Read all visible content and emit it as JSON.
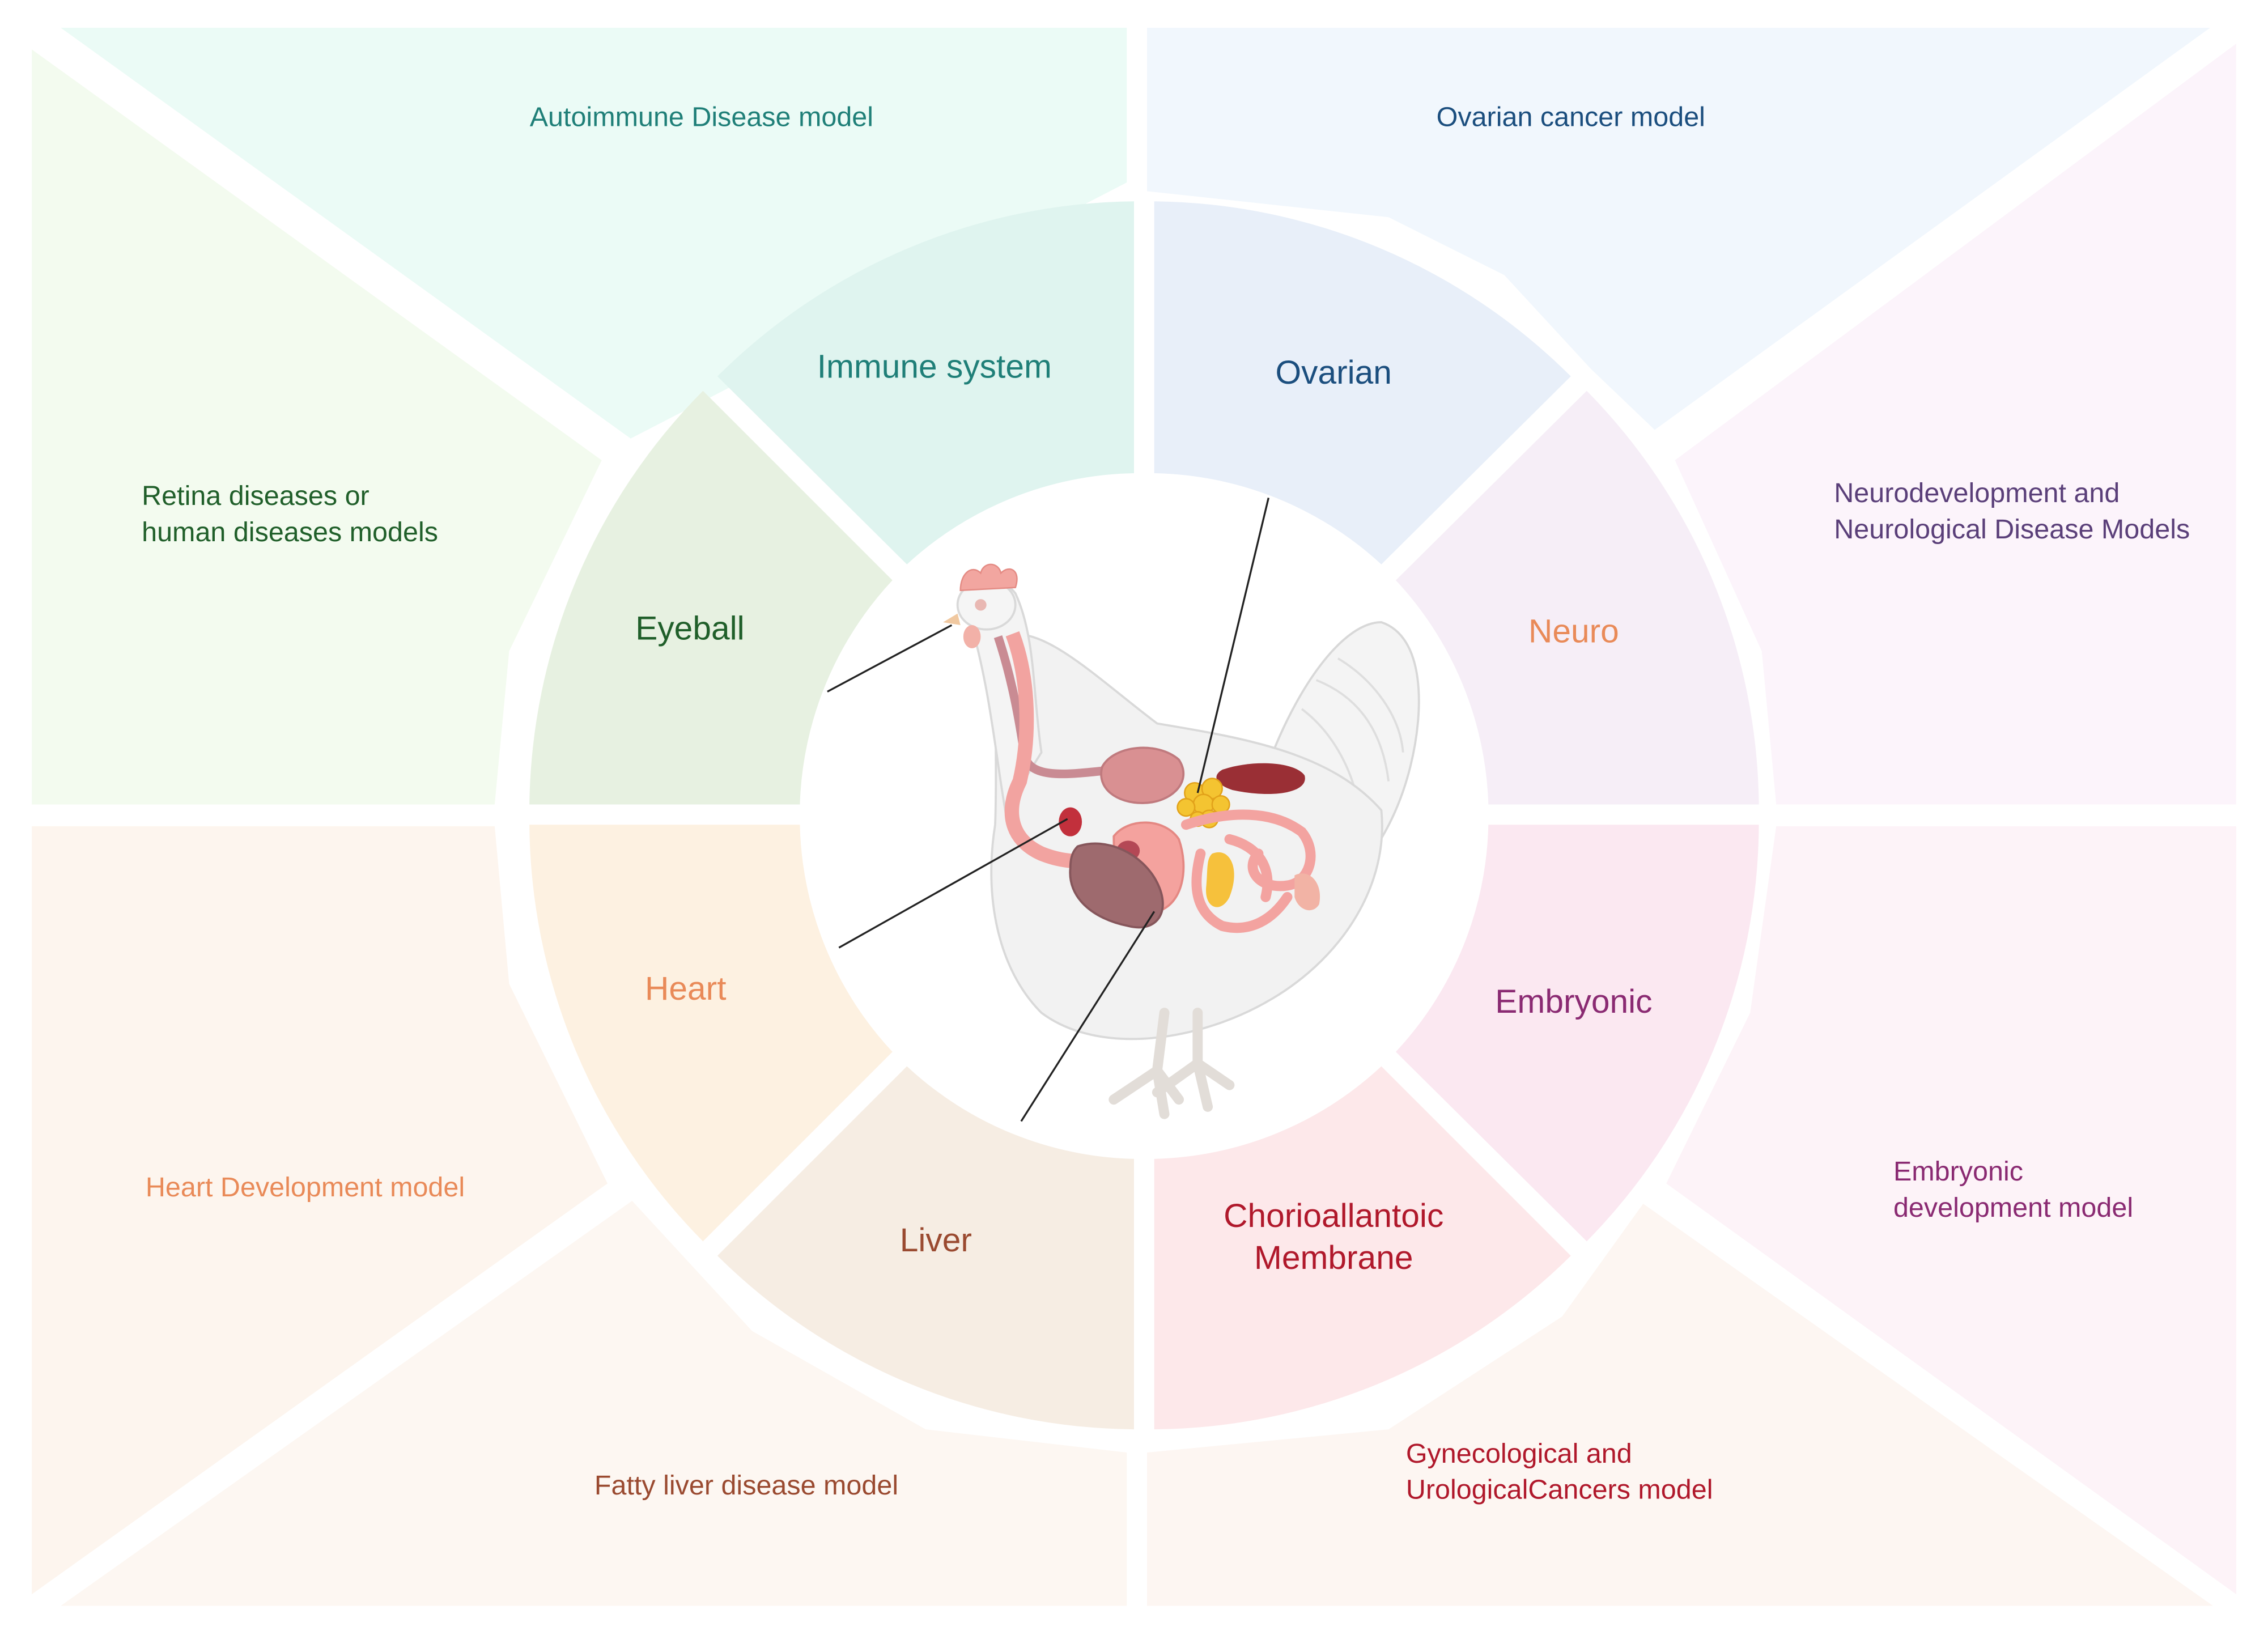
{
  "diagram": {
    "center_image": "chicken-anatomy-illustration",
    "sections": [
      {
        "key": "immune",
        "organ": "Immune system",
        "model": [
          "Autoimmune Disease model"
        ],
        "organ_color": "#1f7f78",
        "model_color": "#1f7f78",
        "inner_fill": "#dff4ef",
        "outer_fill": "#ebfbf6"
      },
      {
        "key": "ovarian",
        "organ": "Ovarian",
        "model": [
          "Ovarian cancer model"
        ],
        "organ_color": "#1b4e7e",
        "model_color": "#1b4e7e",
        "inner_fill": "#e8eff9",
        "outer_fill": "#f1f7fd"
      },
      {
        "key": "neuro",
        "organ": "Neuro",
        "model": [
          "Neurodevelopment and",
          "Neurological Disease Models"
        ],
        "organ_color": "#e98a58",
        "model_color": "#5a3f79",
        "inner_fill": "#f6eef7",
        "outer_fill": "#fcf4fb"
      },
      {
        "key": "embryonic",
        "organ": "Embryonic",
        "model": [
          "Embryonic",
          "development model"
        ],
        "organ_color": "#8a2a72",
        "model_color": "#8a2a72",
        "inner_fill": "#fbe8f1",
        "outer_fill": "#fdf3f8"
      },
      {
        "key": "cam",
        "organ": [
          "Chorioallantoic",
          "Membrane"
        ],
        "model": [
          "Gynecological and",
          "UrologicalCancers model"
        ],
        "organ_color": "#b0182b",
        "model_color": "#b0182b",
        "inner_fill": "#fde8ea",
        "outer_fill": "#fdf6f2"
      },
      {
        "key": "liver",
        "organ": "Liver",
        "model": [
          "Fatty liver disease model"
        ],
        "organ_color": "#9a4a30",
        "model_color": "#9a4a30",
        "inner_fill": "#f6ede3",
        "outer_fill": "#fdf7f2"
      },
      {
        "key": "heart",
        "organ": "Heart",
        "model": [
          "Heart Development model"
        ],
        "organ_color": "#e98a58",
        "model_color": "#e98a58",
        "inner_fill": "#fdf1e1",
        "outer_fill": "#fdf5ee"
      },
      {
        "key": "eyeball",
        "organ": "Eyeball",
        "model": [
          "Retina diseases or",
          "human diseases models"
        ],
        "organ_color": "#205f2a",
        "model_color": "#205f2a",
        "inner_fill": "#e7f1e1",
        "outer_fill": "#f3fbef"
      }
    ]
  }
}
